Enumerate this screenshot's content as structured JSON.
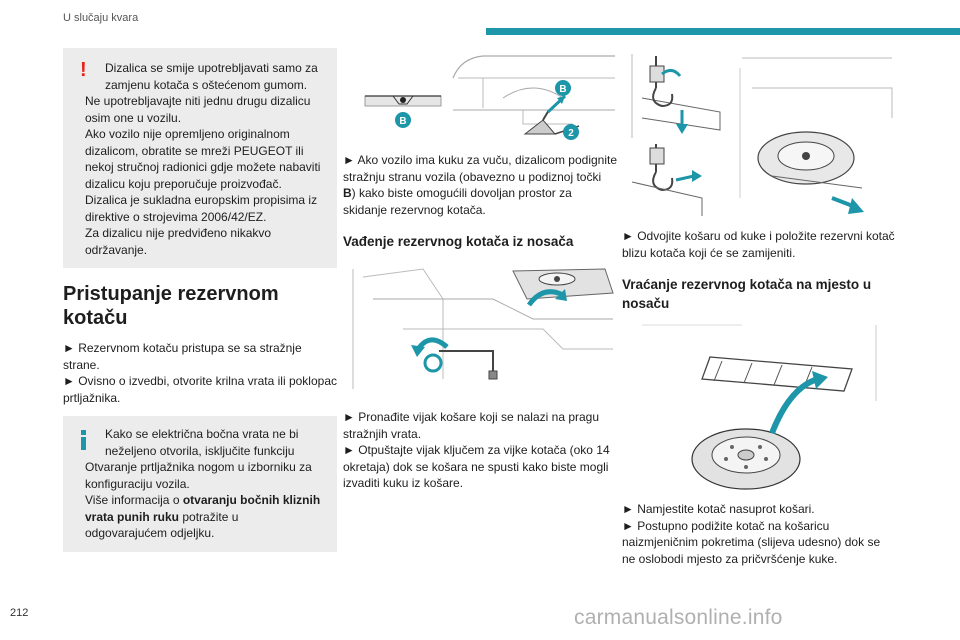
{
  "header": {
    "section_title": "U slučaju kvara"
  },
  "footer": {
    "page_number": "212",
    "watermark": "carmanualsonline.info"
  },
  "col1": {
    "warning": {
      "mark": "!",
      "first_line": "Dizalica se smije upotrebljavati samo za zamjenu kotača s oštećenom gumom.",
      "lines": [
        "Ne upotrebljavajte niti jednu drugu dizalicu osim one u vozilu.",
        "Ako vozilo nije opremljeno originalnom dizalicom, obratite se mreži PEUGEOT ili nekoj stručnoj radionici gdje možete nabaviti dizalicu koju preporučuje proizvođač.",
        "Dizalica je sukladna europskim propisima iz direktive o strojevima 2006/42/EZ.",
        "Za dizalicu nije predviđeno nikakvo održavanje."
      ]
    },
    "heading": "Pristupanje rezervnom kotaču",
    "steps": [
      "► Rezervnom kotaču pristupa se sa stražnje strane.",
      "► Ovisno o izvedbi, otvorite krilna vrata ili poklopac prtljažnika."
    ],
    "info": {
      "first_line": "Kako se električna bočna vrata ne bi neželjeno otvorila, isključite funkciju",
      "line2": "Otvaranje prtljažnika nogom u izborniku za konfiguraciju vozila.",
      "line3_pre": "Više informacija o ",
      "line3_bold": "otvaranju bočnih kliznih vrata punih ruku",
      "line3_post": " potražite u odgovarajućem odjeljku."
    }
  },
  "col2": {
    "fig1_labels": {
      "b_left": "B",
      "b_right": "B",
      "two": "2"
    },
    "para1_pre": "► Ako vozilo ima kuku za vuču, dizalicom podignite stražnju stranu vozila (obavezno u podiznoj točki ",
    "para1_bold": "B",
    "para1_post": ") kako biste omogućili dovoljan prostor za skidanje rezervnog kotača.",
    "heading": "Vađenje rezervnog kotača iz nosača",
    "steps": [
      "► Pronađite vijak košare koji se nalazi na pragu stražnjih vrata.",
      "► Otpuštajte vijak ključem za vijke kotača (oko 14 okretaja) dok se košara ne spusti kako biste mogli izvaditi kuku iz košare."
    ]
  },
  "col3": {
    "para1": "► Odvojite košaru od kuke i položite rezervni kotač blizu kotača koji će se zamijeniti.",
    "heading": "Vraćanje rezervnog kotača na mjesto u nosaču",
    "steps": [
      "► Namjestite kotač nasuprot košari.",
      "► Postupno podižite kotač na košaricu naizmjeničnim pokretima (slijeva udesno) dok se ne oslobodi mjesto za pričvršćenje kuke."
    ]
  },
  "colors": {
    "accent": "#1c96a8",
    "warning": "#e8231b",
    "box_bg": "#ececec"
  }
}
